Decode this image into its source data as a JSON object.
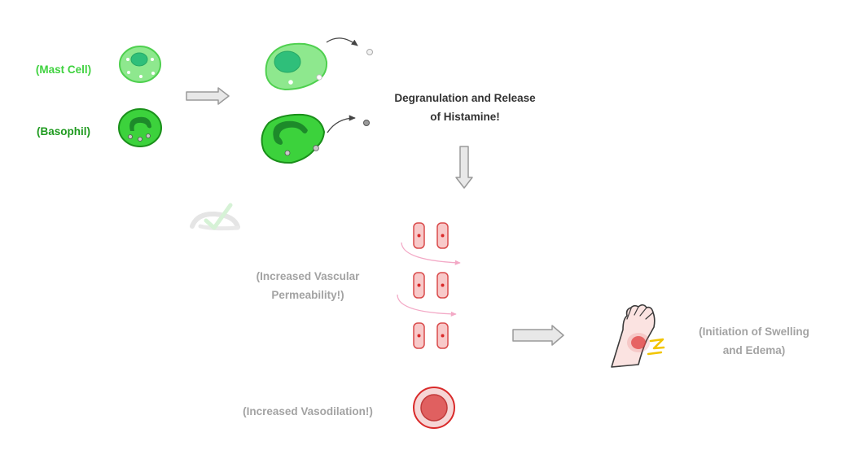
{
  "labels": {
    "mast_cell": "(Mast Cell)",
    "basophil": "(Basophil)",
    "degranulation_line1": "Degranulation and Release",
    "degranulation_line2": "of Histamine!",
    "permeability_line1": "(Increased Vascular",
    "permeability_line2": "Permeability!)",
    "vasodilation": "(Increased Vasodilation!)",
    "swelling_line1": "(Initiation of Swelling",
    "swelling_line2": "and Edema)"
  },
  "colors": {
    "mast_cell_fill": "#8ee88e",
    "mast_cell_stroke": "#4fd04f",
    "mast_cell_nucleus": "#2fbf7a",
    "basophil_fill": "#3cd23c",
    "basophil_stroke": "#1a8f1a",
    "basophil_nucleus": "#1d8a2a",
    "label_mast": "#3fd23f",
    "label_baso": "#1f9a1f",
    "muted_label": "#a3a3a3",
    "endothelial_fill": "#f8c9c9",
    "endothelial_stroke": "#d94a4a",
    "vessel_fill": "#e06060",
    "arrow_fill": "#e8e8e8",
    "arrow_stroke": "#9a9a9a"
  },
  "icons": {
    "checkmark": "faded-check-icon",
    "arm": "swollen-arm-icon",
    "pain": "lightning-pain-icon"
  }
}
